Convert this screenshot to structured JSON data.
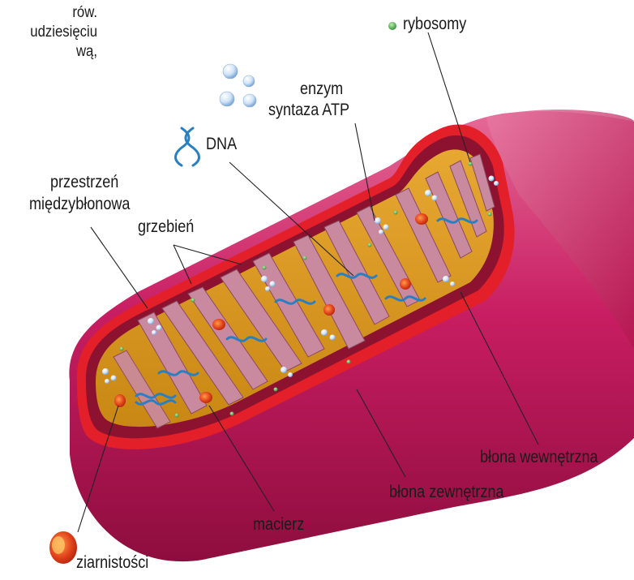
{
  "intro_lines": [
    "rów.",
    "udziesięciu",
    "wą,"
  ],
  "labels": {
    "ribosomes": "rybosomy",
    "atp_synthase_line1": "enzym",
    "atp_synthase_line2": "syntaza ATP",
    "dna": "DNA",
    "intermembrane_line1": "przestrzeń",
    "intermembrane_line2": "międzybłonowa",
    "crista": "grzebień",
    "inner_membrane": "błona wewnętrzna",
    "outer_membrane": "błona zewnętrzna",
    "matrix": "macierz",
    "granules": "ziarnistości"
  },
  "colors": {
    "outer_membrane": "#c2185b",
    "outer_membrane_light": "#e0608f",
    "rim_red": "#e3202a",
    "matrix_orange": "#d99a1e",
    "cristae_pink": "#c98a9e",
    "dna_blue": "#2a7fc1",
    "ribosome_green": "#3a9a3a",
    "granule_red": "#d93a1a"
  }
}
